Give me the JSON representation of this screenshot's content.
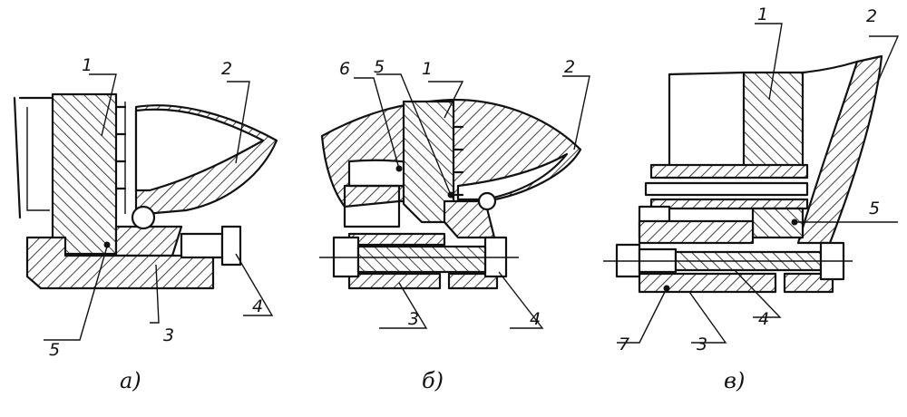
{
  "figures": [
    {
      "caption": "а)",
      "labels": {
        "l1": "1",
        "l2": "2",
        "l3": "3",
        "l4": "4",
        "l5": "5"
      }
    },
    {
      "caption": "б)",
      "labels": {
        "l6": "6",
        "l5": "5",
        "l1": "1",
        "l2": "2",
        "l3": "3",
        "l4": "4"
      }
    },
    {
      "caption": "в)",
      "labels": {
        "l1": "1",
        "l2": "2",
        "l5": "5",
        "l7": "7",
        "l3": "3",
        "l4": "4"
      }
    }
  ]
}
